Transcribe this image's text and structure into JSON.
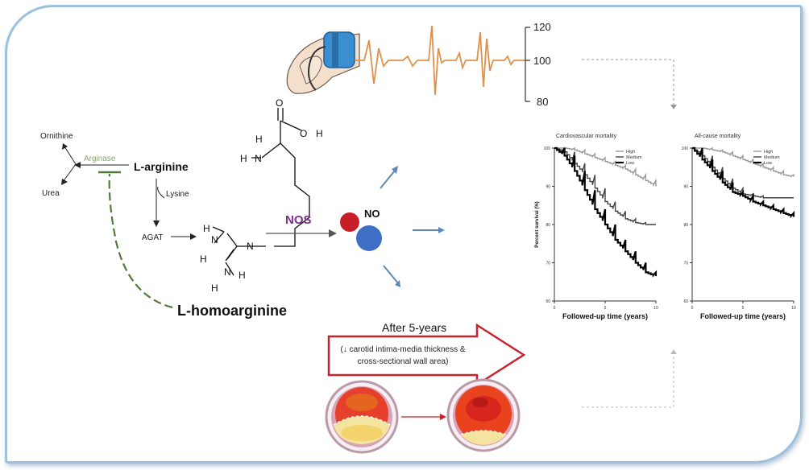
{
  "pathway": {
    "ornithine": "Ornithine",
    "urea": "Urea",
    "arginase": "Arginase",
    "l_arginine": "L-arginine",
    "lysine": "Lysine",
    "agat": "AGAT",
    "nos": "NOS",
    "no": "NO",
    "l_homoarginine": "L-homoarginine",
    "molecule_atoms": [
      "H",
      "H",
      "N",
      "O",
      "O",
      "H",
      "H",
      "N",
      "N",
      "H",
      "N",
      "H",
      "H"
    ]
  },
  "bp_scale": {
    "ticks": [
      "120",
      "100",
      "80"
    ]
  },
  "arrow_box": {
    "heading": "After 5-years",
    "line1": "(↓ carotid intima-media thickness &",
    "line2": "cross-sectional wall area)"
  },
  "colors": {
    "frame": "#9cc1dd",
    "arginase": "#8aa86a",
    "inhibition": "#4f7a3a",
    "nos": "#7a2e8e",
    "no_red": "#c81e28",
    "no_blue": "#3d6fc4",
    "arrow_box": "#c8222a",
    "pulse": "#e0904a",
    "cuff": "#3b8fd0"
  },
  "chart_data": [
    {
      "type": "line",
      "title": "Cardiovascular mortality",
      "xlabel": "Followed-up time (years)",
      "ylabel": "Percent survival (%)",
      "xlim": [
        0,
        10
      ],
      "ylim": [
        60,
        100
      ],
      "x_ticks": [
        "0",
        "5",
        "10"
      ],
      "y_ticks": [
        "100",
        "90",
        "80",
        "70",
        "60"
      ],
      "legend_position": "top-right",
      "series": [
        {
          "name": "High",
          "x": [
            0,
            1,
            2,
            3,
            4,
            5,
            6,
            7,
            8,
            9,
            10
          ],
          "y": [
            100,
            100,
            99.5,
            98.5,
            97.5,
            96.5,
            95.5,
            94.5,
            93,
            91.5,
            90
          ]
        },
        {
          "name": "Medium",
          "x": [
            0,
            1,
            2,
            3,
            4,
            5,
            6,
            7,
            8,
            9,
            10
          ],
          "y": [
            100,
            99,
            96,
            93,
            89.5,
            86,
            83.5,
            81.5,
            80.5,
            80,
            80
          ]
        },
        {
          "name": "Low",
          "x": [
            0,
            1,
            2,
            3,
            4,
            5,
            6,
            7,
            8,
            9,
            10
          ],
          "y": [
            100,
            98,
            94,
            89,
            84,
            80,
            76,
            73,
            70,
            67.5,
            66.5
          ]
        }
      ]
    },
    {
      "type": "line",
      "title": "All-cause mortality",
      "xlabel": "Followed-up time (years)",
      "ylabel": "",
      "xlim": [
        0,
        10
      ],
      "ylim": [
        60,
        100
      ],
      "x_ticks": [
        "0",
        "5",
        "10"
      ],
      "y_ticks": [
        "100",
        "90",
        "80",
        "70",
        "60"
      ],
      "legend_position": "top-right",
      "series": [
        {
          "name": "High",
          "x": [
            0,
            1,
            2,
            3,
            4,
            5,
            6,
            7,
            8,
            9,
            10
          ],
          "y": [
            100,
            100,
            99.5,
            99,
            98,
            97,
            96,
            95,
            94,
            93,
            92.5
          ]
        },
        {
          "name": "Medium",
          "x": [
            0,
            1,
            2,
            3,
            4,
            5,
            6,
            7,
            8,
            9,
            10
          ],
          "y": [
            100,
            98,
            95,
            92,
            89.5,
            88,
            87.5,
            87,
            87,
            87,
            87
          ]
        },
        {
          "name": "Low",
          "x": [
            0,
            1,
            2,
            3,
            4,
            5,
            6,
            7,
            8,
            9,
            10
          ],
          "y": [
            100,
            97,
            94,
            91,
            88.5,
            87.5,
            86,
            85,
            84,
            83,
            82
          ]
        }
      ]
    }
  ]
}
